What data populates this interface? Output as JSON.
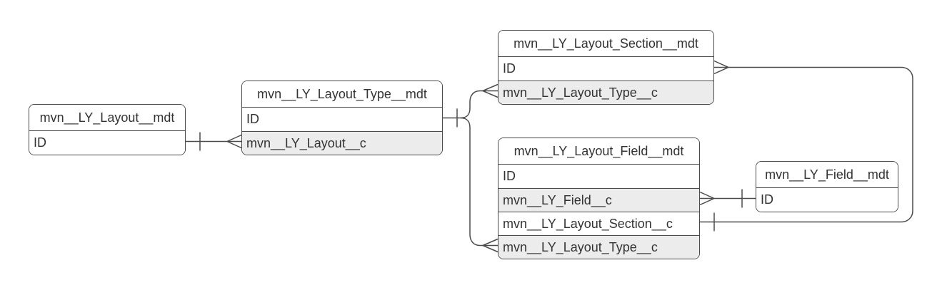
{
  "diagram": {
    "type": "entity-relationship",
    "colors": {
      "background": "#ffffff",
      "stroke": "#4a4a4a",
      "text": "#333333",
      "shaded_row": "#ececec"
    }
  },
  "tables": [
    {
      "title": "mvn__LY_Layout__mdt",
      "fields": [
        {
          "name": "ID",
          "shaded": false
        }
      ]
    },
    {
      "title": "mvn__LY_Layout_Type__mdt",
      "fields": [
        {
          "name": "ID",
          "shaded": false
        },
        {
          "name": "mvn__LY_Layout__c",
          "shaded": true
        }
      ]
    },
    {
      "title": "mvn__LY_Layout_Section__mdt",
      "fields": [
        {
          "name": "ID",
          "shaded": false
        },
        {
          "name": "mvn__LY_Layout_Type__c",
          "shaded": true
        }
      ]
    },
    {
      "title": "mvn__LY_Layout_Field__mdt",
      "fields": [
        {
          "name": "ID",
          "shaded": false
        },
        {
          "name": "mvn__LY_Field__c",
          "shaded": true
        },
        {
          "name": "mvn__LY_Layout_Section__c",
          "shaded": false
        },
        {
          "name": "mvn__LY_Layout_Type__c",
          "shaded": true
        }
      ]
    },
    {
      "title": "mvn__LY_Field__mdt",
      "fields": [
        {
          "name": "ID",
          "shaded": false
        }
      ]
    }
  ],
  "relationships": [
    {
      "from": "mvn__LY_Layout__mdt.ID",
      "from_cardinality": "one",
      "to": "mvn__LY_Layout_Type__mdt.mvn__LY_Layout__c",
      "to_cardinality": "many"
    },
    {
      "from": "mvn__LY_Layout_Type__mdt.ID",
      "from_cardinality": "one",
      "to": "mvn__LY_Layout_Section__mdt.mvn__LY_Layout_Type__c",
      "to_cardinality": "many"
    },
    {
      "from": "mvn__LY_Layout_Type__mdt.ID",
      "from_cardinality": "one",
      "to": "mvn__LY_Layout_Field__mdt.mvn__LY_Layout_Type__c",
      "to_cardinality": "many"
    },
    {
      "from": "mvn__LY_Layout_Section__mdt.ID",
      "from_cardinality": "many",
      "to": "mvn__LY_Layout_Field__mdt.mvn__LY_Layout_Section__c",
      "to_cardinality": "one"
    },
    {
      "from": "mvn__LY_Layout_Field__mdt.mvn__LY_Field__c",
      "from_cardinality": "many",
      "to": "mvn__LY_Field__mdt.ID",
      "to_cardinality": "one"
    }
  ]
}
